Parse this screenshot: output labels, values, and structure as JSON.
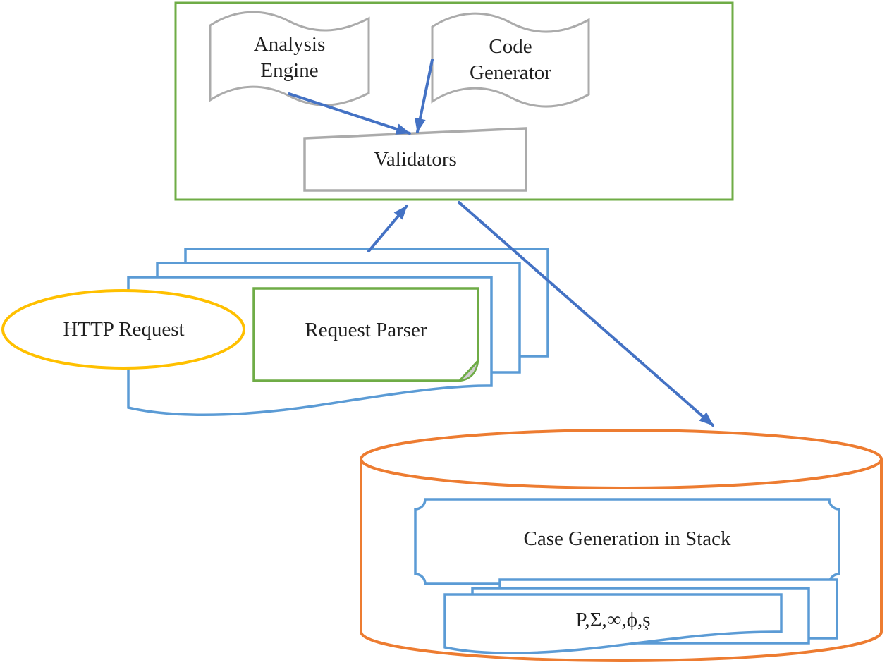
{
  "diagram": {
    "type": "flowchart",
    "colors": {
      "container_green": "#6FAC46",
      "flag_gray": "#ABABAB",
      "arrow_blue": "#4472C4",
      "doc_blue": "#5B9BD5",
      "ellipse_yellow": "#FFC000",
      "cylinder_orange": "#ED7C31",
      "card_green": "#6FAC46",
      "fold_gray": "#D0CECE",
      "text": "#1F1F1F"
    },
    "nodes": {
      "analysis_engine": {
        "label": "Analysis\nEngine",
        "shape": "wave-flag"
      },
      "code_generator": {
        "label": "Code\nGenerator",
        "shape": "wave-flag"
      },
      "validators": {
        "label": "Validators",
        "shape": "trapezoid"
      },
      "http_request": {
        "label": "HTTP Request",
        "shape": "ellipse"
      },
      "request_parser": {
        "label": "Request Parser",
        "shape": "card-with-fold"
      },
      "case_generation": {
        "label": "Case Generation in Stack",
        "shape": "plaque"
      },
      "stack_symbols": {
        "label": "P,Σ,∞,ϕ,ş",
        "shape": "multidocument"
      }
    },
    "edges": [
      {
        "from": "analysis_engine",
        "to": "validators"
      },
      {
        "from": "code_generator",
        "to": "validators"
      },
      {
        "from": "request_parser_stack",
        "to": "validators"
      },
      {
        "from": "validators",
        "to": "case_database_cylinder"
      }
    ]
  }
}
